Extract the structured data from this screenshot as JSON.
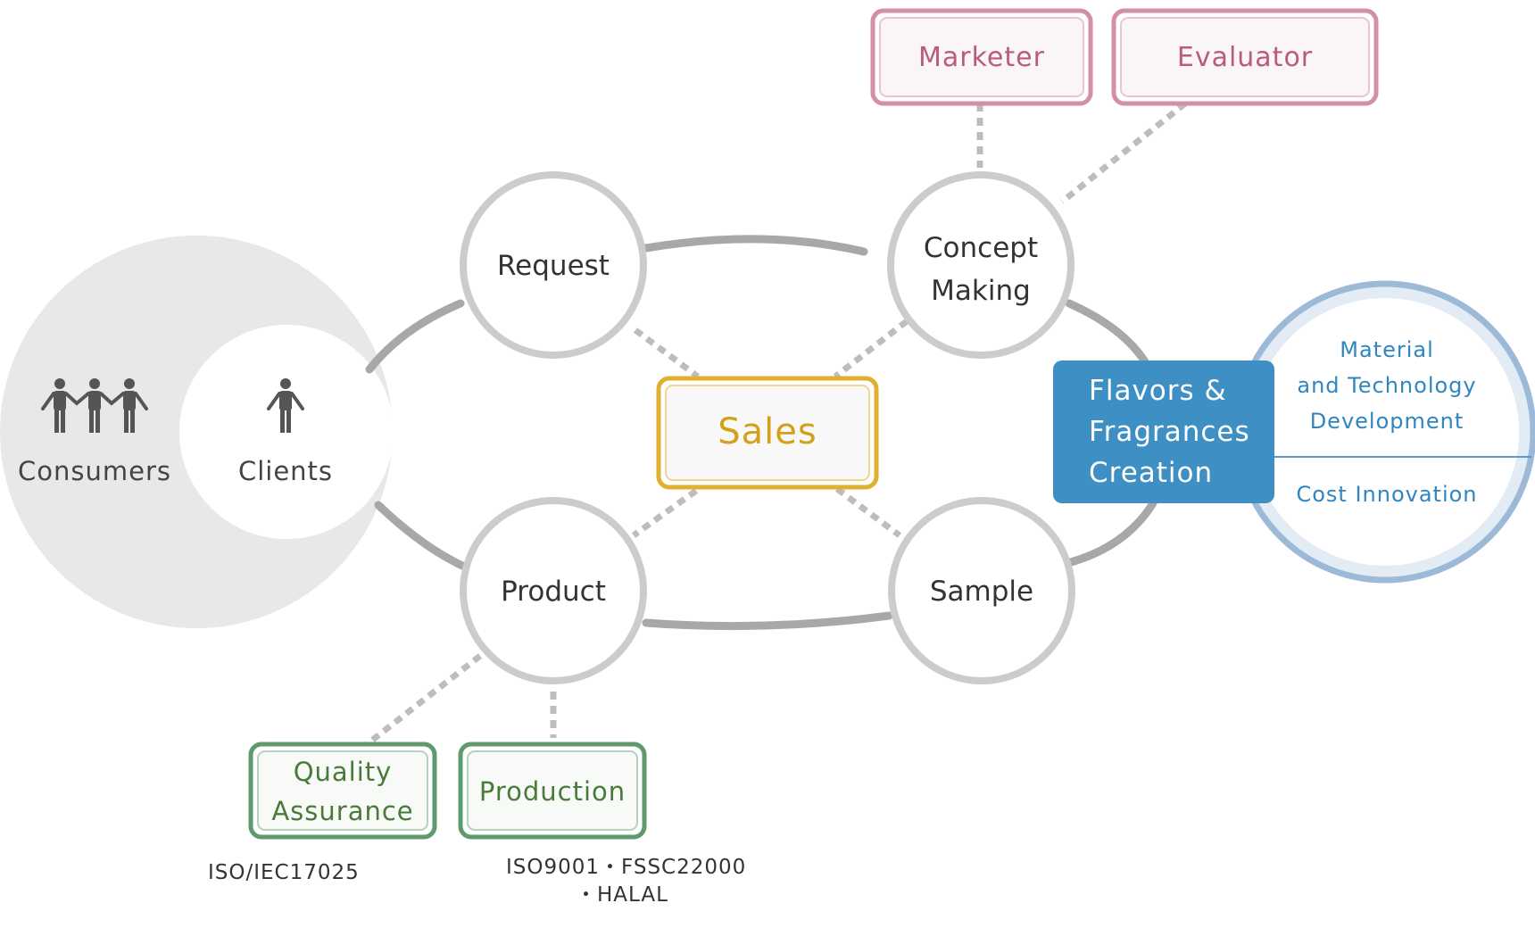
{
  "audience": {
    "consumers_label": "Consumers",
    "clients_label": "Clients"
  },
  "process": {
    "request": "Request",
    "concept_line1": "Concept",
    "concept_line2": "Making",
    "sample": "Sample",
    "product": "Product"
  },
  "hub": {
    "sales": "Sales"
  },
  "roles": {
    "marketer": "Marketer",
    "evaluator": "Evaluator"
  },
  "creation": {
    "line1": "Flavors &",
    "line2": "Fragrances",
    "line3": "Creation"
  },
  "rnd": {
    "material_line1": "Material",
    "material_line2": "and Technology",
    "material_line3": "Development",
    "cost": "Cost Innovation"
  },
  "quality": {
    "qa_line1": "Quality",
    "qa_line2": "Assurance",
    "production": "Production",
    "qa_cert": "ISO/IEC17025",
    "prod_cert_line1": "ISO9001・FSSC22000",
    "prod_cert_line2": "・HALAL"
  },
  "colors": {
    "node_gray": "#cccccc",
    "text_dark": "#333333",
    "sales_gold": "#e0b030",
    "role_pink": "#d48fa8",
    "creation_blue": "#3d8fc4",
    "rnd_blue": "#2f86c0",
    "green": "#5e9a6c"
  }
}
